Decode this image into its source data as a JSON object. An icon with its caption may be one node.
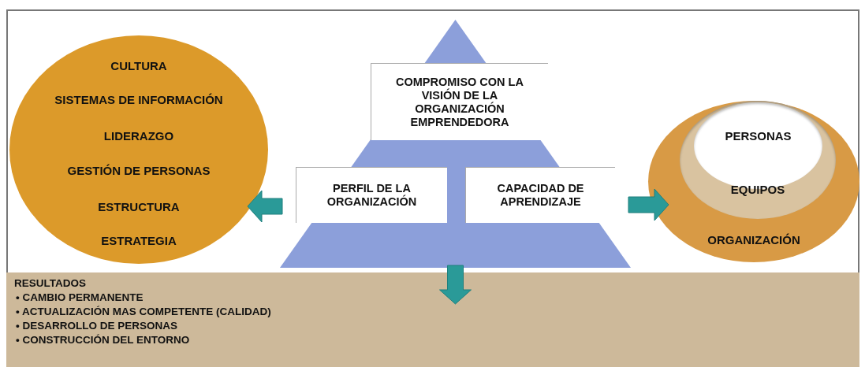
{
  "diagram": {
    "nodes": [
      {
        "text": [],
        "shape": "triangle"
      },
      {
        "text": [
          "COMPROMISO CON LA VISIÓN DE LA ORGANIZACIÓN EMPRENDEDORA"
        ],
        "in": 0
      },
      {
        "text": [
          "PERFIL DE LA ORGANIZACIÓN"
        ],
        "in": 0
      },
      {
        "text": [
          "CAPACIDAD DE APRENDIZAJE"
        ],
        "in": 0
      },
      {
        "text": [
          "CULTURA",
          "SISTEMAS DE INFORMACIÓN",
          "LIDERAZGO",
          "GESTIÓN DE PERSONAS",
          "ESTRUCTURA",
          "ESTRATEGIA"
        ]
      },
      {
        "text": [
          "ORGANIZACIÓN"
        ]
      },
      {
        "text": [
          "EQUIPOS"
        ],
        "in": 5
      },
      {
        "text": [
          "PERSONAS"
        ],
        "in": 6
      },
      {
        "text": [
          "RESULTADOS",
          "• CAMBIO PERMANENTE",
          "• ACTUALIZACIÓN MAS COMPETENTE (CALIDAD)",
          "• DESARROLLO DE PERSONAS",
          "• CONSTRUCCIÓN DEL ENTORNO"
        ]
      }
    ],
    "edges": [
      {
        "from": 0,
        "to": 4,
        "arrow": "to",
        "style": "thick"
      },
      {
        "from": 0,
        "to": 5,
        "arrow": "to",
        "style": "thick"
      },
      {
        "from": 0,
        "to": 8,
        "arrow": "to",
        "style": "thick"
      }
    ]
  }
}
